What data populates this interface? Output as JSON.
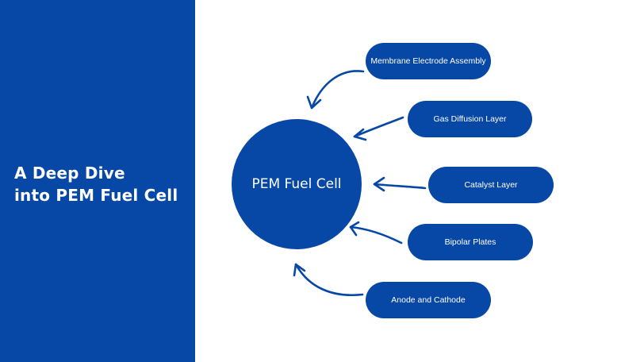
{
  "title": {
    "line1": "A Deep Dive",
    "line2": "into PEM Fuel Cell"
  },
  "hub": {
    "label": "PEM Fuel Cell"
  },
  "components": [
    "Membrane Electrode Assembly",
    "Gas Diffusion Layer",
    "Catalyst Layer",
    "Bipolar Plates",
    "Anode and Cathode"
  ],
  "colors": {
    "primary": "#0747a6",
    "background": "#ffffff",
    "text_on_primary": "#ffffff"
  }
}
